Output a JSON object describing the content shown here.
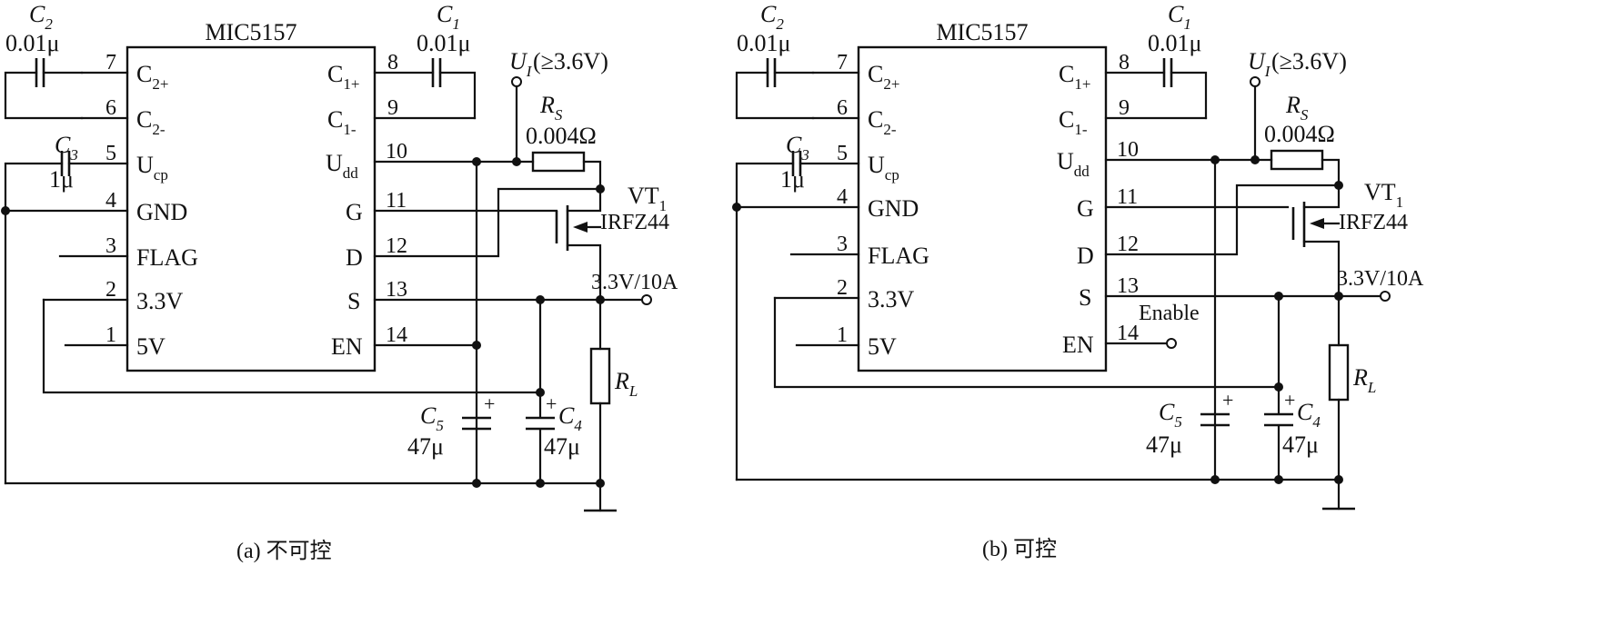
{
  "circuits": [
    {
      "chip": "MIC5157",
      "pins_left": [
        {
          "num": "7",
          "name": "C",
          "sub": "2+"
        },
        {
          "num": "6",
          "name": "C",
          "sub": "2-"
        },
        {
          "num": "5",
          "name": "U",
          "sub": "cp"
        },
        {
          "num": "4",
          "name": "GND",
          "sub": ""
        },
        {
          "num": "3",
          "name": "FLAG",
          "sub": ""
        },
        {
          "num": "2",
          "name": "3.3V",
          "sub": ""
        },
        {
          "num": "1",
          "name": "5V",
          "sub": ""
        }
      ],
      "pins_right": [
        {
          "num": "8",
          "name": "C",
          "sub": "1+"
        },
        {
          "num": "9",
          "name": "C",
          "sub": "1-"
        },
        {
          "num": "10",
          "name": "U",
          "sub": "dd"
        },
        {
          "num": "11",
          "name": "G",
          "sub": ""
        },
        {
          "num": "12",
          "name": "D",
          "sub": ""
        },
        {
          "num": "13",
          "name": "S",
          "sub": ""
        },
        {
          "num": "14",
          "name": "EN",
          "sub": ""
        }
      ],
      "c2": {
        "name": "C",
        "sub": "2",
        "value": "0.01μ"
      },
      "c1": {
        "name": "C",
        "sub": "1",
        "value": "0.01μ"
      },
      "c3": {
        "name": "C",
        "sub": "3",
        "value": "1μ"
      },
      "input": {
        "name": "U",
        "sub": "I",
        "value": "(≥3.6V)"
      },
      "rs": {
        "name": "R",
        "sub": "S",
        "value": "0.004Ω"
      },
      "vt": {
        "name": "VT",
        "sub": "1",
        "model": "IRFZ44"
      },
      "output": "3.3V/10A",
      "rl": {
        "name": "R",
        "sub": "L"
      },
      "c5": {
        "name": "C",
        "sub": "5",
        "value": "47μ",
        "plus": "+"
      },
      "c4": {
        "name": "C",
        "sub": "4",
        "value": "47μ",
        "plus": "+"
      },
      "enable": "",
      "caption": "(a) 不可控"
    },
    {
      "chip": "MIC5157",
      "pins_left": [
        {
          "num": "7",
          "name": "C",
          "sub": "2+"
        },
        {
          "num": "6",
          "name": "C",
          "sub": "2-"
        },
        {
          "num": "5",
          "name": "U",
          "sub": "cp"
        },
        {
          "num": "4",
          "name": "GND",
          "sub": ""
        },
        {
          "num": "3",
          "name": "FLAG",
          "sub": ""
        },
        {
          "num": "2",
          "name": "3.3V",
          "sub": ""
        },
        {
          "num": "1",
          "name": "5V",
          "sub": ""
        }
      ],
      "pins_right": [
        {
          "num": "8",
          "name": "C",
          "sub": "1+"
        },
        {
          "num": "9",
          "name": "C",
          "sub": "1-"
        },
        {
          "num": "10",
          "name": "U",
          "sub": "dd"
        },
        {
          "num": "11",
          "name": "G",
          "sub": ""
        },
        {
          "num": "12",
          "name": "D",
          "sub": ""
        },
        {
          "num": "13",
          "name": "S",
          "sub": ""
        },
        {
          "num": "14",
          "name": "EN",
          "sub": ""
        }
      ],
      "c2": {
        "name": "C",
        "sub": "2",
        "value": "0.01μ"
      },
      "c1": {
        "name": "C",
        "sub": "1",
        "value": "0.01μ"
      },
      "c3": {
        "name": "C",
        "sub": "3",
        "value": "1μ"
      },
      "input": {
        "name": "U",
        "sub": "I",
        "value": "(≥3.6V)"
      },
      "rs": {
        "name": "R",
        "sub": "S",
        "value": "0.004Ω"
      },
      "vt": {
        "name": "VT",
        "sub": "1",
        "model": "IRFZ44"
      },
      "output": "3.3V/10A",
      "rl": {
        "name": "R",
        "sub": "L"
      },
      "c5": {
        "name": "C",
        "sub": "5",
        "value": "47μ",
        "plus": "+"
      },
      "c4": {
        "name": "C",
        "sub": "4",
        "value": "47μ",
        "plus": "+"
      },
      "enable": "Enable",
      "caption": "(b) 可控"
    }
  ]
}
